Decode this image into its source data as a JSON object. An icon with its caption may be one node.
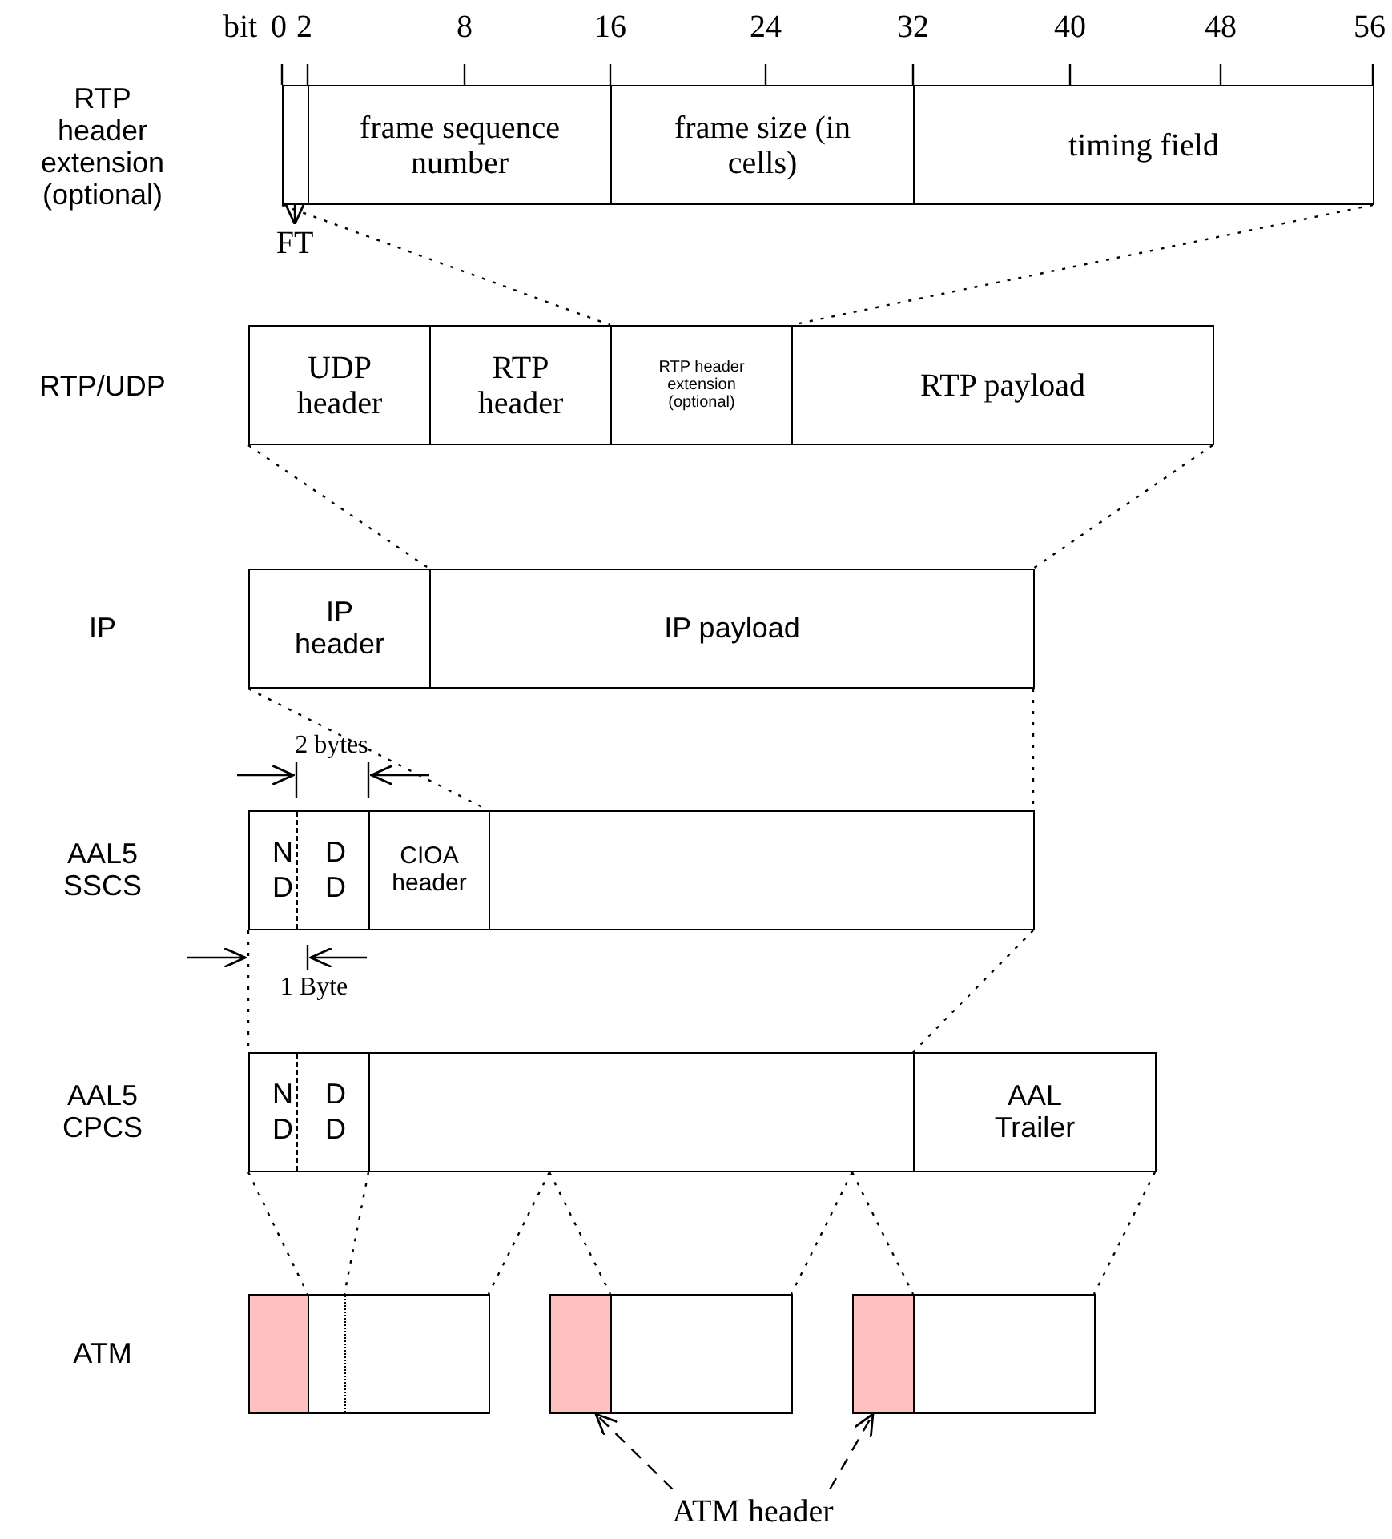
{
  "diagram": {
    "nodes": [
      {
        "text": [],
        "shape": "box"
      },
      {
        "text": [
          "frame sequence number"
        ]
      },
      {
        "text": [
          "frame size (in cells)"
        ]
      },
      {
        "text": [
          "timing field"
        ]
      },
      {
        "text": [
          "FT"
        ]
      },
      {
        "text": [
          "UDP header"
        ]
      },
      {
        "text": [
          "RTP header"
        ]
      },
      {
        "text": [
          "RTP header extension (optional)"
        ]
      },
      {
        "text": [
          "RTP payload"
        ]
      },
      {
        "text": [
          "IP header"
        ]
      },
      {
        "text": [
          "IP payload"
        ]
      },
      {
        "text": [
          "N D",
          "D D"
        ]
      },
      {
        "text": [
          "CIOA header"
        ]
      },
      {
        "text": [],
        "shape": "box"
      },
      {
        "text": [
          "N D",
          "D D"
        ]
      },
      {
        "text": [],
        "shape": "box"
      },
      {
        "text": [
          "AAL Trailer"
        ]
      },
      {
        "text": [],
        "shape": "box"
      },
      {
        "text": [],
        "shape": "box"
      },
      {
        "text": [],
        "shape": "box"
      },
      {
        "text": [],
        "shape": "box"
      },
      {
        "text": [],
        "shape": "box"
      },
      {
        "text": [],
        "shape": "box"
      },
      {
        "text": [
          "ATM header"
        ]
      }
    ],
    "edges": [
      {
        "from": 0,
        "to": 4,
        "arrow": "to"
      },
      {
        "from": 0,
        "to": 7,
        "arrow": "none",
        "style": "dashed"
      },
      {
        "from": 3,
        "to": 7,
        "arrow": "none",
        "style": "dashed"
      },
      {
        "from": 5,
        "to": 10,
        "arrow": "none",
        "style": "dashed"
      },
      {
        "from": 8,
        "to": 10,
        "arrow": "none",
        "style": "dashed"
      },
      {
        "from": 9,
        "to": 12,
        "arrow": "none",
        "style": "dashed"
      },
      {
        "from": 10,
        "to": 13,
        "arrow": "none",
        "style": "dashed"
      },
      {
        "from": 11,
        "to": 14,
        "arrow": "none",
        "style": "dashed"
      },
      {
        "from": 13,
        "to": 15,
        "arrow": "none",
        "style": "dashed"
      },
      {
        "from": 14,
        "to": 18,
        "arrow": "none",
        "style": "dashed"
      },
      {
        "from": 14,
        "to": 18,
        "arrow": "none",
        "style": "dashed"
      },
      {
        "from": 15,
        "to": 18,
        "arrow": "none",
        "style": "dashed"
      },
      {
        "from": 15,
        "to": 20,
        "arrow": "none",
        "style": "dashed"
      },
      {
        "from": 15,
        "to": 20,
        "arrow": "none",
        "style": "dashed"
      },
      {
        "from": 15,
        "to": 22,
        "arrow": "none",
        "style": "dashed"
      },
      {
        "from": 16,
        "to": 22,
        "arrow": "none",
        "style": "dashed"
      },
      {
        "from": 23,
        "to": 19,
        "arrow": "to",
        "style": "dashed"
      },
      {
        "from": 23,
        "to": 21,
        "arrow": "to",
        "style": "dashed"
      }
    ],
    "labels": [
      "bit",
      "0",
      "2",
      "8",
      "16",
      "24",
      "32",
      "40",
      "48",
      "56",
      "RTP header extension (optional)",
      "RTP/UDP",
      "IP",
      "AAL5 SSCS",
      "AAL5 CPCS",
      "ATM",
      "2 bytes",
      "1 Byte"
    ]
  }
}
